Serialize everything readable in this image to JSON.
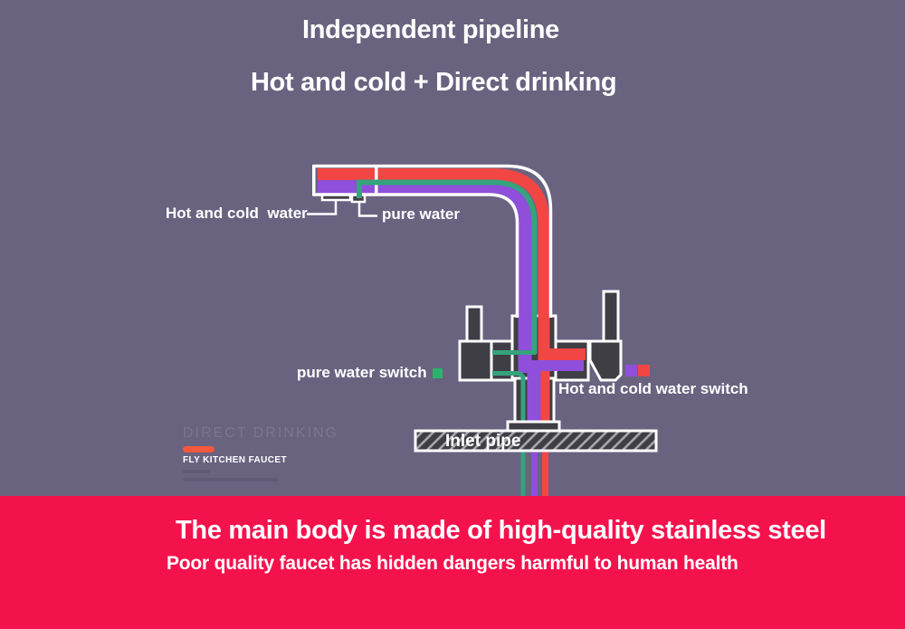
{
  "colors": {
    "background": "#696380",
    "banner": "#f4124d",
    "pipe_red": "#f14643",
    "pipe_purple": "#8f4fdb",
    "pipe_green": "#35a37d",
    "legend_green": "#2db26e",
    "legend_purple": "#8f4fdb",
    "legend_red": "#f14643",
    "body_gray": "#3f3e45",
    "hatch_line": "#a6a6ad",
    "outline_white": "#ffffff",
    "watermark_text": "#7b7591",
    "brand_bar": "#f2583e"
  },
  "titles": {
    "line1": "Independent pipeline",
    "line2": "Hot and cold + Direct drinking"
  },
  "diagram": {
    "hot_cold_outlet_label": "Hot and cold  water",
    "pure_outlet_label": "pure water",
    "pure_switch_label": "pure water switch",
    "hot_cold_switch_label": "Hot and cold water switch",
    "inlet_label": "Inlet pipe"
  },
  "brand": {
    "watermark": "DIRECT DRINKING",
    "name": "FLY KITCHEN FAUCET"
  },
  "banner": {
    "heading": "The main body is made of high-quality stainless steel",
    "subheading": "Poor quality faucet has hidden dangers harmful to human health"
  }
}
